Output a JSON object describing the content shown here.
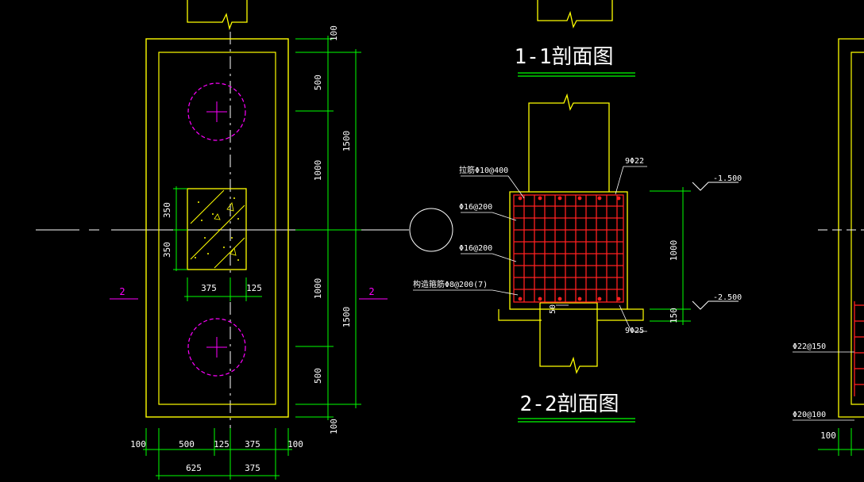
{
  "plan": {
    "dims_right": [
      "100",
      "500",
      "1000",
      "1500",
      "1000",
      "1500",
      "500",
      "100"
    ],
    "dims_bottom": [
      "100",
      "500",
      "125",
      "375",
      "100"
    ],
    "dims_bottom_total": [
      "625",
      "375"
    ],
    "dims_column": [
      "350",
      "350",
      "375",
      "125"
    ],
    "section_mark": "2"
  },
  "section_1_1": {
    "title": "1-1剖面图"
  },
  "section_2_2": {
    "title": "2-2剖面图",
    "labels": {
      "lajin": "拉筋Φ10@400",
      "bar_top": "Φ16@200",
      "bar_mid": "Φ16@200",
      "stirrup": "构造箍筋Φ8@200(7)",
      "top_bars": "9Φ22",
      "bottom_bars": "9Φ25",
      "elev_top": "-1.500",
      "elev_bottom": "-2.500",
      "dim_1000": "1000",
      "dim_150": "150",
      "dim_50": "50"
    }
  },
  "right_view": {
    "label_1": "Φ22@150",
    "label_2": "Φ20@100",
    "dim": "100"
  },
  "colors": {
    "background": "#000000",
    "outline": "#ffff00",
    "dimension": "#00ff00",
    "centerline": "#ffffff",
    "pile": "#ff00ff",
    "rebar": "#ff2020"
  }
}
